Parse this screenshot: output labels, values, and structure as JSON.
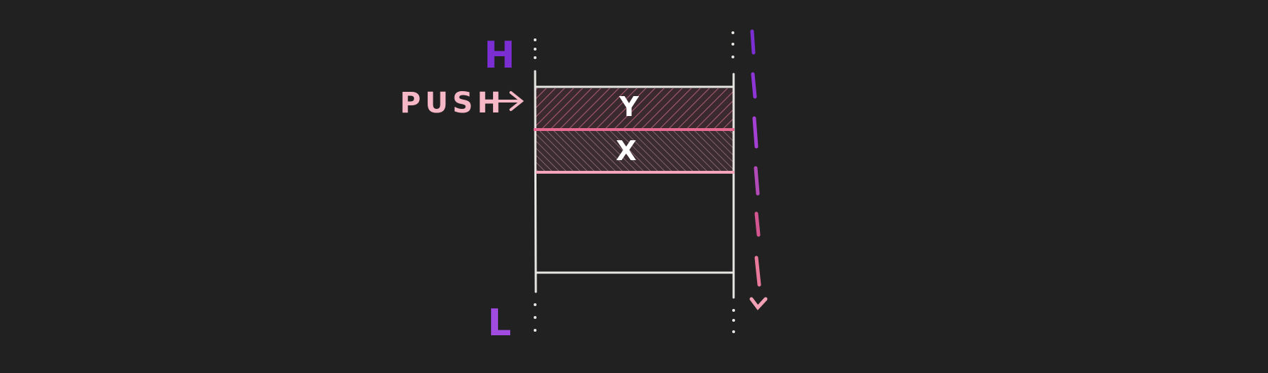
{
  "labels": {
    "high": "H",
    "low": "L",
    "push": "PUSH",
    "push_arrow": "→"
  },
  "stack": {
    "slots": [
      {
        "label": "Y",
        "filled": true
      },
      {
        "label": "X",
        "filled": true
      },
      {
        "label": "",
        "filled": false
      }
    ]
  },
  "colors": {
    "background": "#212121",
    "outline": "#e8e6e3",
    "high_label": "#7b2fd3",
    "low_label": "#a24be0",
    "push_label": "#f6b8c6",
    "divider_top": "#e86a92",
    "divider_bottom": "#f5a6bd",
    "hatch": "#a85a70",
    "hatch_dark": "#7a3d52",
    "text_on_slot": "#ffffff",
    "dash_top": "#7b2fd3",
    "dash_mid": "#b44ad0",
    "dash_bottom": "#f2a0b5"
  }
}
